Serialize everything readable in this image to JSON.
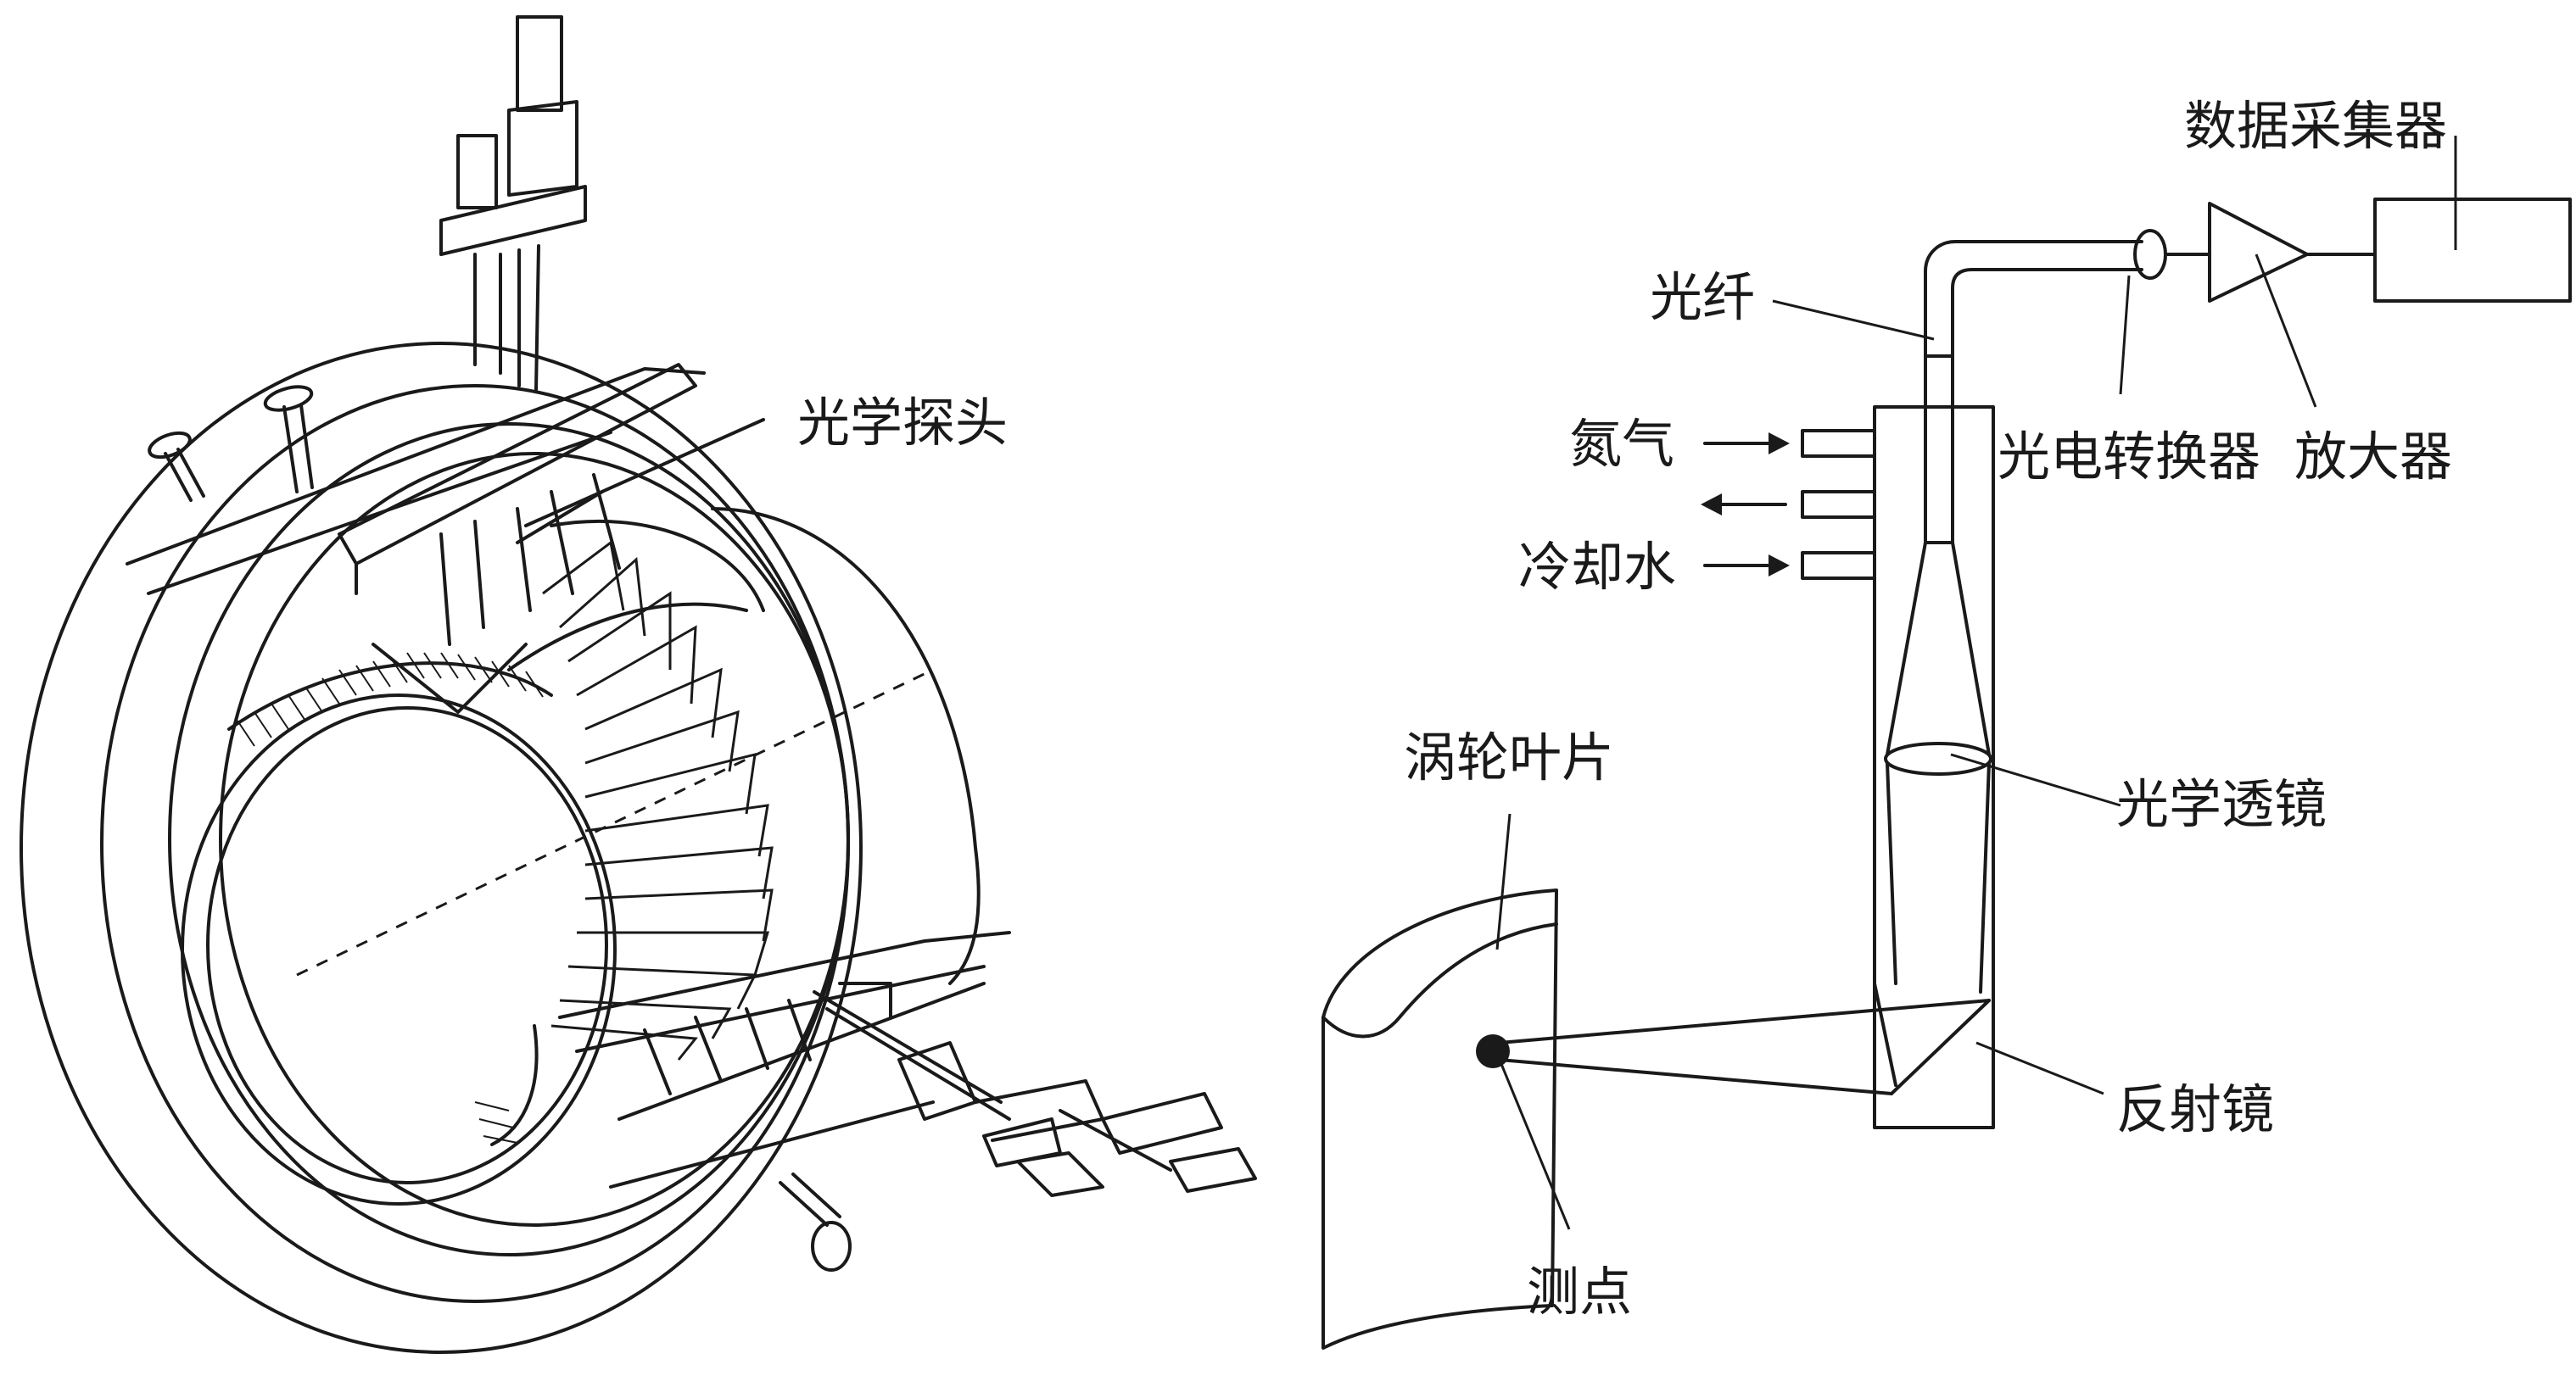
{
  "labels": {
    "optical_probe": "光学探头",
    "fiber": "光纤",
    "nitrogen": "氮气",
    "cooling_water": "冷却水",
    "photoelectric_converter": "光电转换器",
    "amplifier": "放大器",
    "data_acquisition": "数据采集器",
    "turbine_blade": "涡轮叶片",
    "optical_lens": "光学透镜",
    "reflector": "反射镜",
    "measuring_point": "测点"
  }
}
